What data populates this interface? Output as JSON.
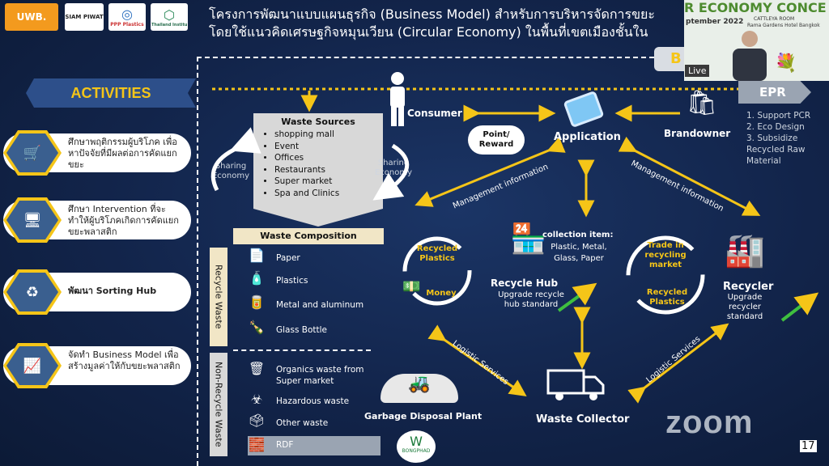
{
  "header": {
    "logos": [
      "UWB.",
      "SIAM PIWAT",
      "PPP Plastics",
      "Thailand Institute of Packaging"
    ],
    "title_line1": "โครงการพัฒนาแบบแผนธุรกิจ (Business Model) สำหรับการบริหารจัดการขยะ",
    "title_line2": "โดยใช้แนวคิดเศรษฐกิจหมุนเวียน (Circular Economy) ในพื้นที่เขตเมืองชั้นใน",
    "b_partial": "B"
  },
  "activities": {
    "banner": "ACTIVITIES",
    "items": [
      {
        "text": "ศึกษาพฤติกรรมผู้บริโภค เพื่อหาปัจจัยที่มีผลต่อการคัดแยกขยะ",
        "icon": "cart-icon"
      },
      {
        "text": "ศึกษา Intervention ที่จะทำให้ผู้บริโภคเกิดการคัดแยกขยะพลาสติก",
        "icon": "monitor-icon"
      },
      {
        "text": "พัฒนา Sorting Hub",
        "icon": "sorting-hub-icon"
      },
      {
        "text": "จัดทำ Business Model เพื่อสร้างมูลค่าให้กับขยะพลาสติก",
        "icon": "growth-chart-icon"
      }
    ]
  },
  "waste_sources": {
    "title": "Waste Sources",
    "items": [
      "shopping mall",
      "Event",
      "Offices",
      "Restaurants",
      "Super market",
      "Spa and Clinics"
    ],
    "sharing_left": "Sharing Economy",
    "sharing_right": "Sharing Economy"
  },
  "waste_composition": {
    "title": "Waste Composition",
    "recycle_label": "Recycle Waste",
    "non_recycle_label": "Non-Recycle Waste",
    "recycle_items": [
      "Paper",
      "Plastics",
      "Metal and aluminum",
      "Glass Bottle"
    ],
    "non_recycle_items": [
      "Organics waste from Super market",
      "Hazardous waste",
      "Other waste",
      "RDF"
    ]
  },
  "nodes": {
    "consumer": "Consumer",
    "application": "Application",
    "brandowner": "Brandowner",
    "point_reward": "Point/ Reward",
    "mgmt_info_left": "Management information",
    "mgmt_info_right": "Management information",
    "collection_item_title": "collection item:",
    "collection_item_list": "Plastic, Metal, Glass, Paper",
    "recycle_hub": "Recycle Hub",
    "recycle_hub_sub": "Upgrade recycle hub standard",
    "recycled_plastics_left": "Recycled Plastics",
    "money": "Money",
    "trade": "Trade in recycling market",
    "recycled_plastics_right": "Recycled Plastics",
    "recycler": "Recycler",
    "recycler_sub": "Upgrade recycler standard",
    "logistic_left": "Logistic Services",
    "logistic_right": "Logistic Services",
    "garbage_plant": "Garbage Disposal Plant",
    "waste_collector": "Waste Collector",
    "bangphad_logo": "BONGPHAD"
  },
  "epr": {
    "tag": "EPR",
    "items": [
      "1. Support PCR",
      "2. Eco Design",
      "3. Subsidize Recycled Raw Material"
    ]
  },
  "video": {
    "banner": "R ECONOMY CONCE",
    "date": "ptember 2022",
    "venue_line1": "CATTLEYA ROOM",
    "venue_line2": "Rama Gardens Hotel Bangkok",
    "live": "Live"
  },
  "footer": {
    "zoom": "zoom",
    "page": "17"
  },
  "colors": {
    "background": "#12244a",
    "accent": "#f5c518",
    "box": "#d8d8d8"
  }
}
